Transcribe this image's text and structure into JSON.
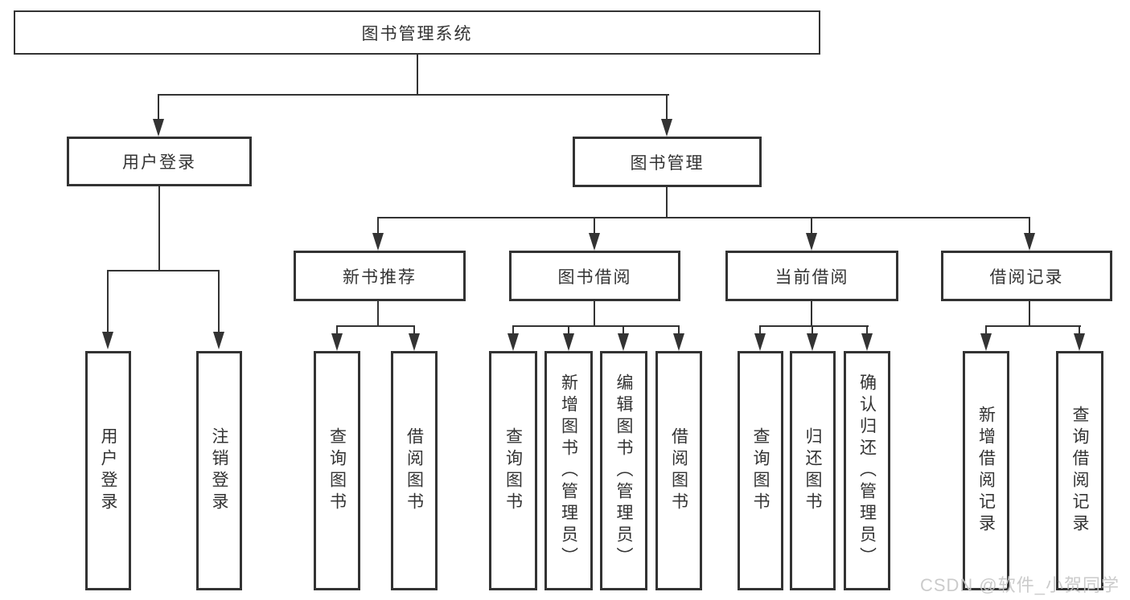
{
  "nodes": {
    "root": "图书管理系统",
    "user_login": "用户登录",
    "book_management": "图书管理",
    "new_book_recommend": "新书推荐",
    "book_borrowing": "图书借阅",
    "current_borrowing": "当前借阅",
    "borrowing_records": "借阅记录"
  },
  "leaves": {
    "user_login": [
      "用户登录",
      "注销登录"
    ],
    "new_book_recommend": [
      "查询图书",
      "借阅图书"
    ],
    "book_borrowing": [
      "查询图书",
      "新增图书（管理员）",
      "编辑图书（管理员）",
      "借阅图书"
    ],
    "current_borrowing": [
      "查询图书",
      "归还图书",
      "确认归还（管理员）"
    ],
    "borrowing_records": [
      "新增借阅记录",
      "查询借阅记录"
    ]
  },
  "watermark": "CSDN @软件_小贺同学",
  "colors": {
    "line": "#333333",
    "text": "#333333",
    "background": "#ffffff",
    "watermark": "#c6c6c6"
  }
}
